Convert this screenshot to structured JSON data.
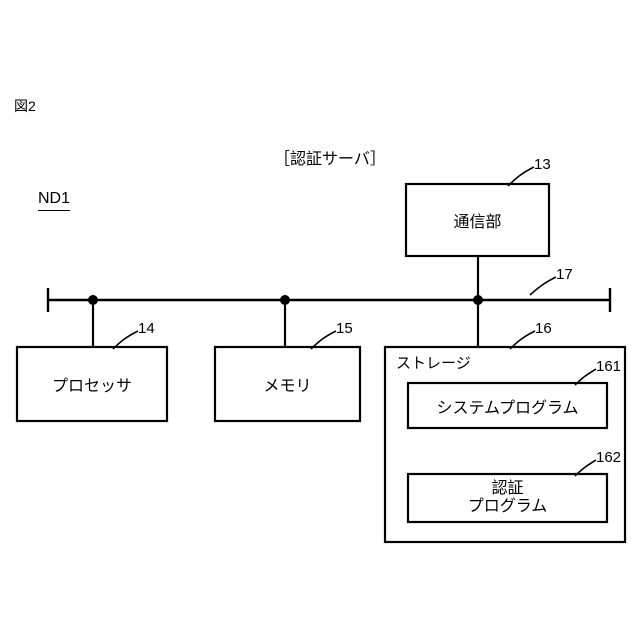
{
  "figure": {
    "number_label": "図2",
    "system_label": "ND1",
    "title": "［認証サーバ］"
  },
  "blocks": {
    "communication_unit": {
      "label": "通信部",
      "ref": "13"
    },
    "processor": {
      "label": "プロセッサ",
      "ref": "14"
    },
    "memory": {
      "label": "メモリ",
      "ref": "15"
    },
    "storage": {
      "label": "ストレージ",
      "ref": "16"
    },
    "system_program": {
      "label": "システムプログラム",
      "ref": "161"
    },
    "auth_program": {
      "label": "認証\nプログラム",
      "ref": "162"
    }
  },
  "bus": {
    "ref": "17"
  },
  "colors": {
    "line": "#000000",
    "background": "#ffffff"
  }
}
